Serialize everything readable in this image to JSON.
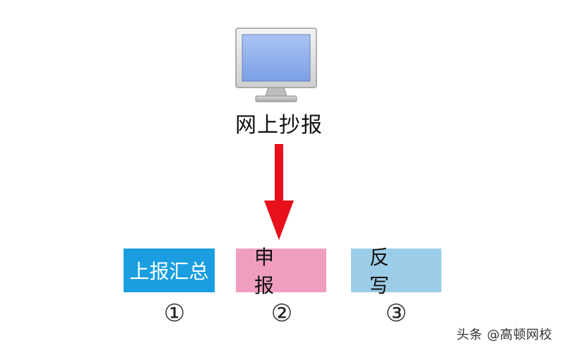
{
  "desktop_icon": {
    "icon": "monitor-icon",
    "label": "网上抄报"
  },
  "steps": [
    {
      "label": "上报汇总",
      "number": "①",
      "color": "#1a9ee0"
    },
    {
      "label": "申报",
      "number": "②",
      "color": "#f09ec0"
    },
    {
      "label": "反写",
      "number": "③",
      "color": "#9ccde8"
    }
  ],
  "arrow": {
    "icon": "arrow-down-icon",
    "color": "#e8101a"
  },
  "watermark": "头条 @高顿网校"
}
